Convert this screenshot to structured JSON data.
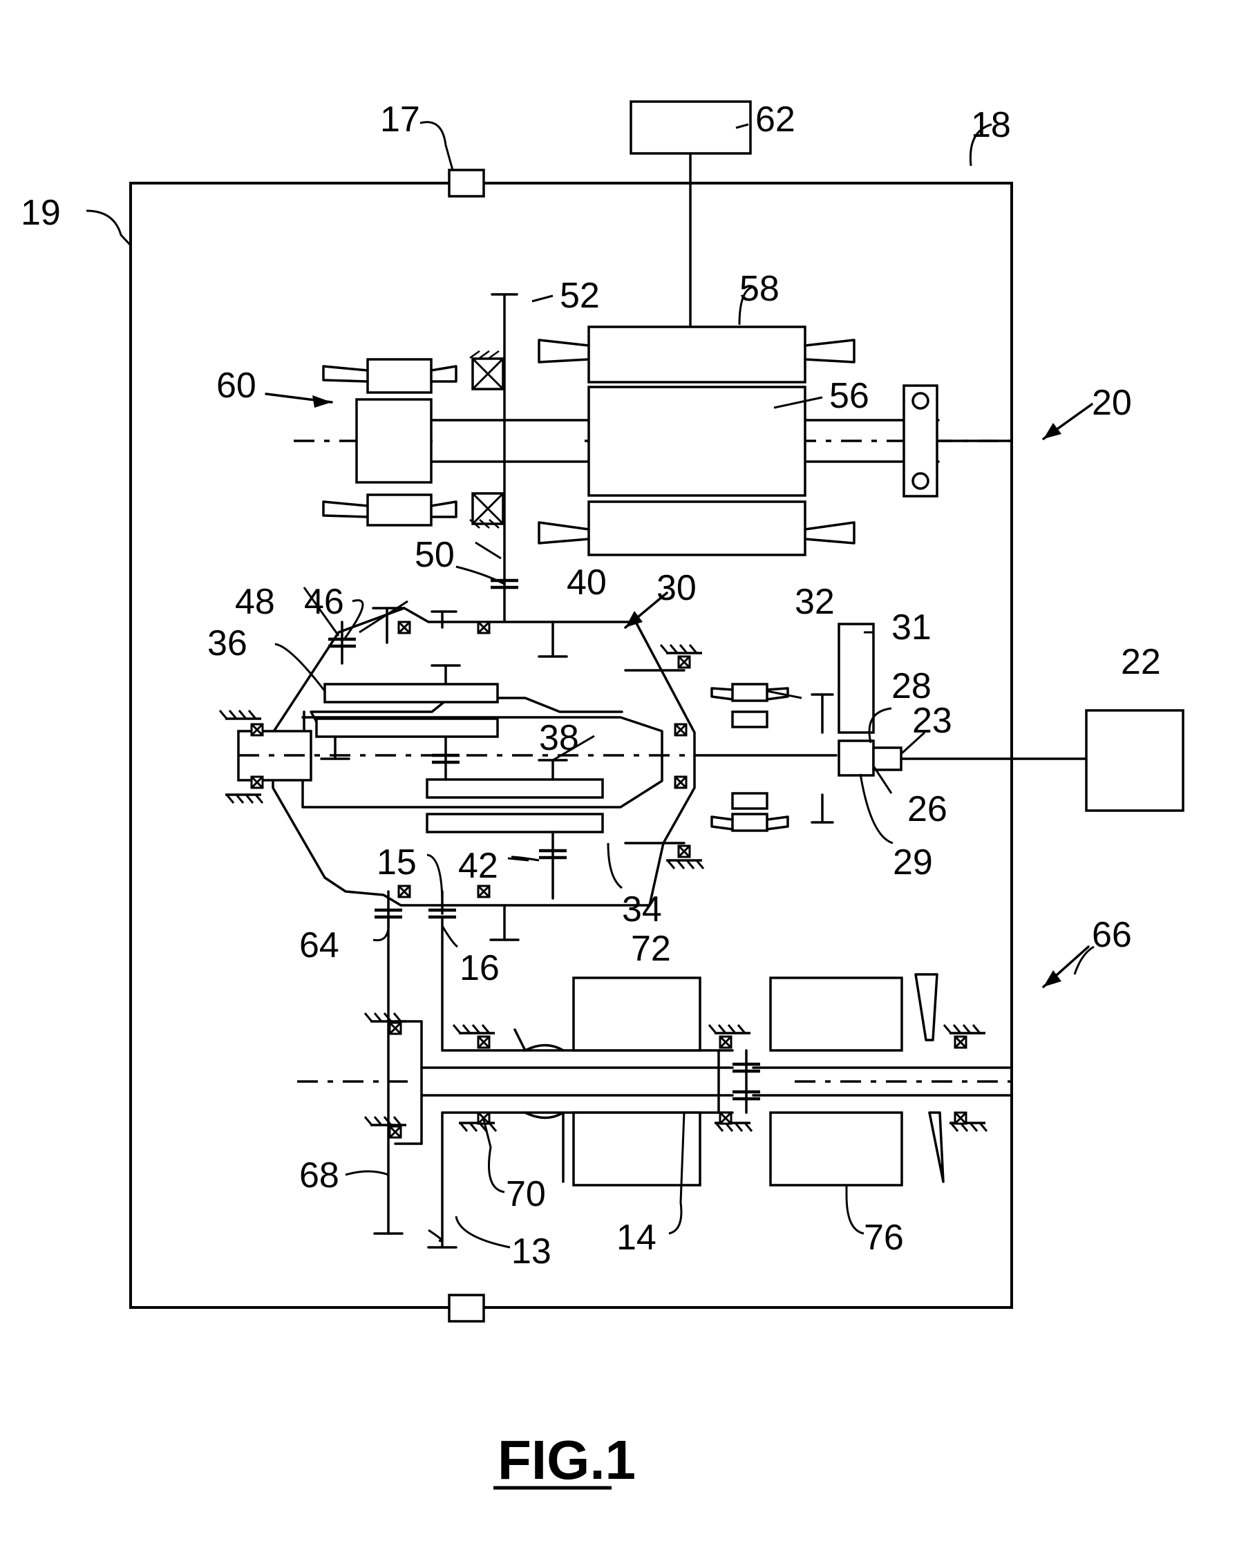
{
  "figure": {
    "title": "FIG.1"
  },
  "labels": {
    "l13": "13",
    "l14": "14",
    "l15": "15",
    "l16": "16",
    "l17": "17",
    "l18": "18",
    "l19": "19",
    "l20": "20",
    "l22": "22",
    "l23": "23",
    "l26": "26",
    "l28": "28",
    "l29": "29",
    "l30": "30",
    "l31": "31",
    "l32": "32",
    "l34": "34",
    "l36": "36",
    "l38": "38",
    "l40": "40",
    "l42": "42",
    "l46": "46",
    "l48": "48",
    "l50": "50",
    "l52": "52",
    "l56": "56",
    "l58": "58",
    "l60": "60",
    "l62": "62",
    "l64": "64",
    "l66": "66",
    "l68": "68",
    "l70": "70",
    "l72": "72",
    "l76": "76"
  },
  "colors": {
    "ink": "#000000",
    "paper": "#ffffff"
  }
}
